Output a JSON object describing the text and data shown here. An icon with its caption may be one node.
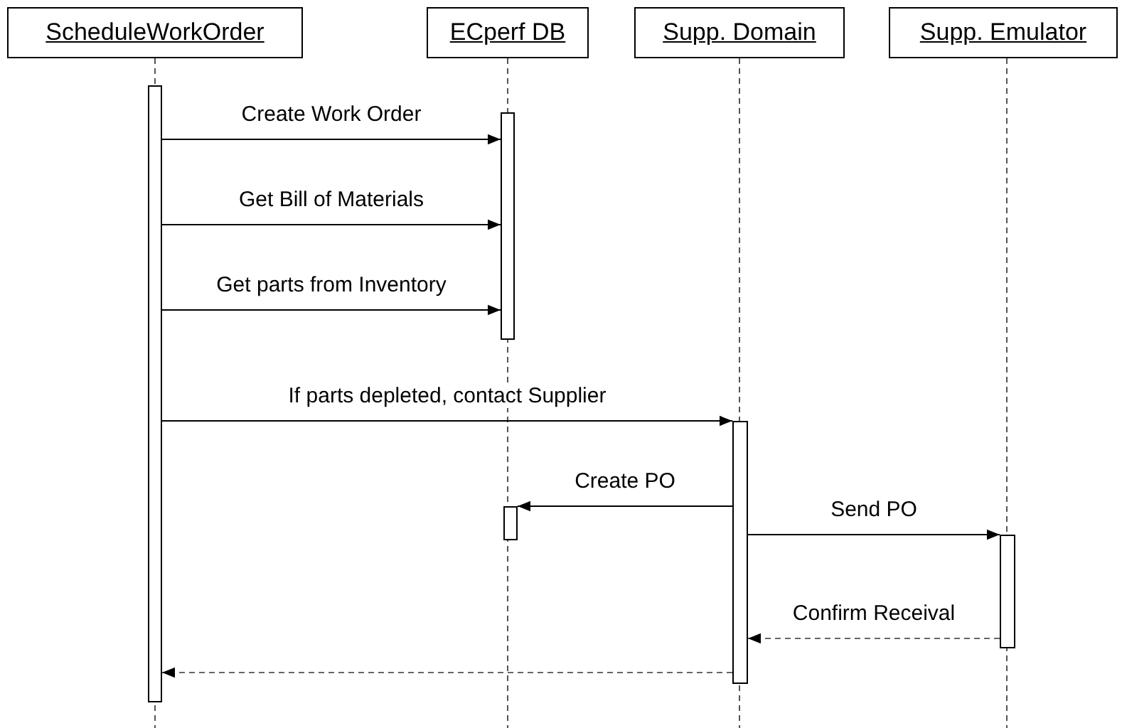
{
  "diagram": {
    "nodes": [
      {
        "text": [
          "ScheduleWorkOrder"
        ]
      },
      {
        "text": [
          "ECperf DB"
        ]
      },
      {
        "text": [
          "Supp. Domain"
        ]
      },
      {
        "text": [
          "Supp. Emulator"
        ]
      },
      {
        "text": [],
        "shape": "bar"
      },
      {
        "text": [],
        "shape": "bar"
      },
      {
        "text": [],
        "shape": "bar"
      },
      {
        "text": [],
        "shape": "bar"
      },
      {
        "text": [],
        "shape": "bar"
      }
    ],
    "edges": [
      {
        "from": 4,
        "to": 5,
        "arrow": "to",
        "label": "Create Work Order"
      },
      {
        "from": 4,
        "to": 5,
        "arrow": "to",
        "label": "Get Bill of Materials"
      },
      {
        "from": 4,
        "to": 5,
        "arrow": "to",
        "label": "Get parts from Inventory"
      },
      {
        "from": 4,
        "to": 6,
        "arrow": "to",
        "label": "If parts depleted, contact Supplier"
      },
      {
        "from": 6,
        "to": 7,
        "arrow": "to",
        "label": "Create PO"
      },
      {
        "from": 6,
        "to": 8,
        "arrow": "to",
        "label": "Send PO"
      },
      {
        "from": 8,
        "to": 6,
        "arrow": "to",
        "label": "Confirm Receival",
        "style": "dashed",
        "color": "#666666"
      },
      {
        "from": 6,
        "to": 4,
        "arrow": "to",
        "style": "dashed",
        "color": "#666666"
      }
    ]
  }
}
